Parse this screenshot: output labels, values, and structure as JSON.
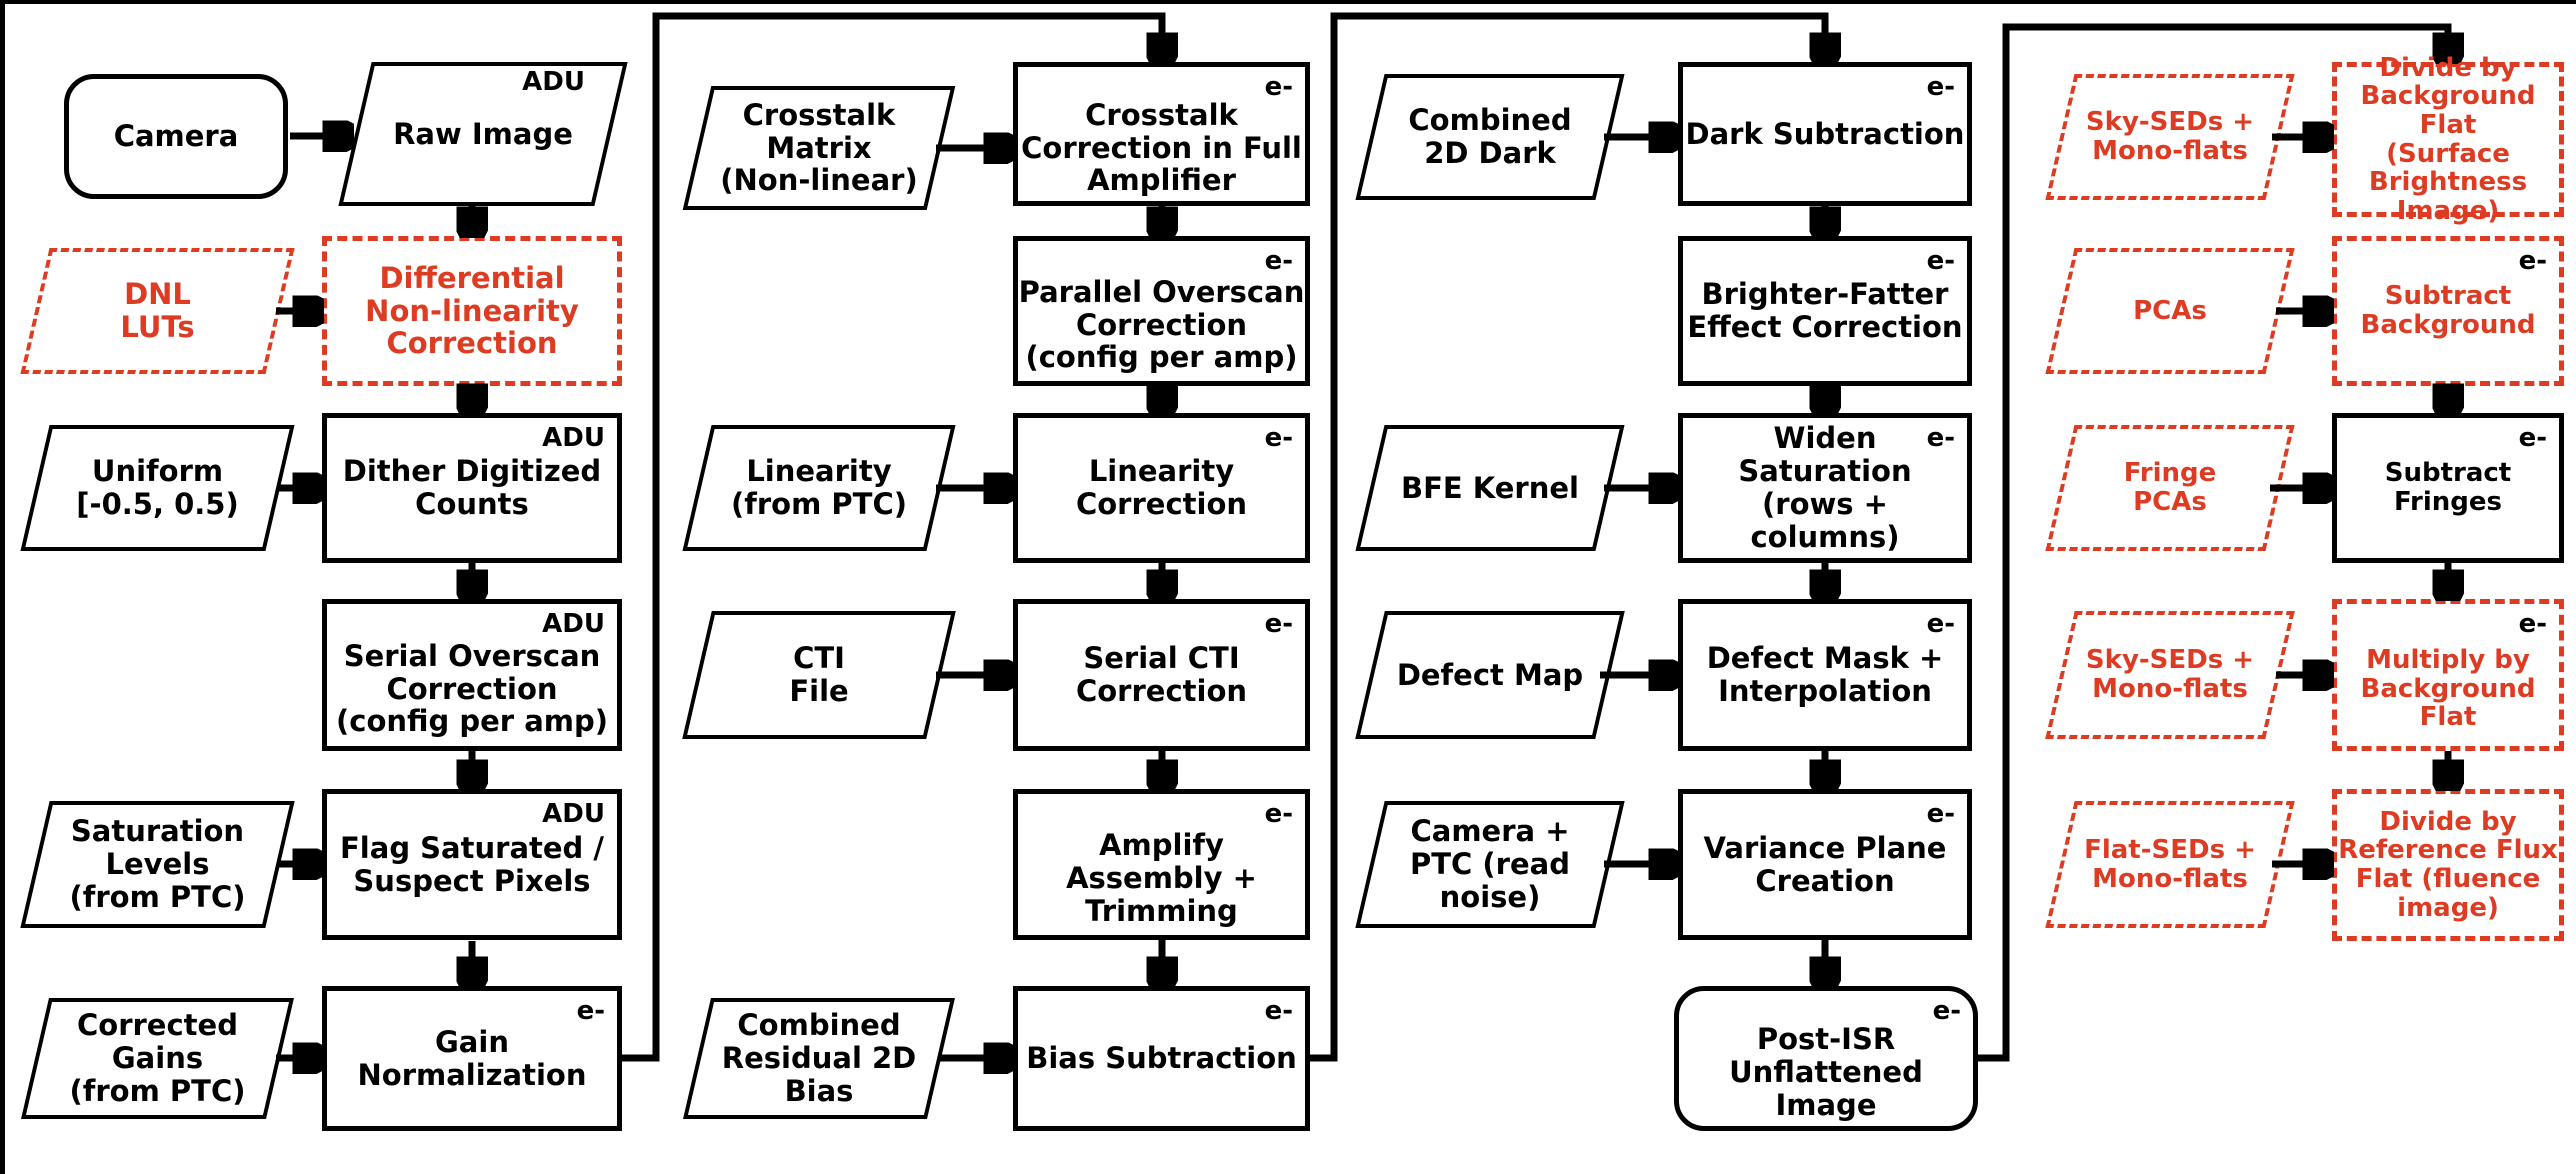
{
  "diagram": {
    "description": "Instrument signal removal (ISR) pipeline flowchart",
    "colors": {
      "accent_red": "#DE3B23",
      "line_black": "#000000"
    },
    "units": {
      "adu": "ADU",
      "electron": "e-"
    },
    "nodes": {
      "camera": {
        "label": "Camera",
        "shape": "rounded",
        "style": "solid-black"
      },
      "raw_image": {
        "label": "Raw Image",
        "shape": "parallelogram",
        "style": "solid-black",
        "unit": "ADU"
      },
      "dnl_luts": {
        "label": "DNL\nLUTs",
        "shape": "parallelogram",
        "style": "dashed-red"
      },
      "diff_nonlin": {
        "label": "Differential\nNon-linearity\nCorrection",
        "shape": "rect",
        "style": "dashed-red"
      },
      "uniform": {
        "label": "Uniform\n[-0.5, 0.5)",
        "shape": "parallelogram",
        "style": "solid-black"
      },
      "dither": {
        "label": "Dither Digitized\nCounts",
        "shape": "rect",
        "style": "solid-black",
        "unit": "ADU"
      },
      "serial_overscan": {
        "label": "Serial Overscan\nCorrection\n(config per amp)",
        "shape": "rect",
        "style": "solid-black",
        "unit": "ADU"
      },
      "saturation_levels": {
        "label": "Saturation\nLevels\n(from PTC)",
        "shape": "parallelogram",
        "style": "solid-black"
      },
      "flag_saturated": {
        "label": "Flag Saturated /\nSuspect Pixels",
        "shape": "rect",
        "style": "solid-black",
        "unit": "ADU"
      },
      "corrected_gains": {
        "label": "Corrected\nGains\n(from PTC)",
        "shape": "parallelogram",
        "style": "solid-black"
      },
      "gain_norm": {
        "label": "Gain\nNormalization",
        "shape": "rect",
        "style": "solid-black",
        "unit": "e-"
      },
      "crosstalk_matrix": {
        "label": "Crosstalk\nMatrix\n(Non-linear)",
        "shape": "parallelogram",
        "style": "solid-black"
      },
      "crosstalk_corr": {
        "label": "Crosstalk\nCorrection in Full\nAmplifier",
        "shape": "rect",
        "style": "solid-black",
        "unit": "e-"
      },
      "parallel_overscan": {
        "label": "Parallel Overscan\nCorrection\n(config per amp)",
        "shape": "rect",
        "style": "solid-black",
        "unit": "e-"
      },
      "linearity_input": {
        "label": "Linearity\n(from PTC)",
        "shape": "parallelogram",
        "style": "solid-black"
      },
      "linearity_corr": {
        "label": "Linearity\nCorrection",
        "shape": "rect",
        "style": "solid-black",
        "unit": "e-"
      },
      "cti_file": {
        "label": "CTI\nFile",
        "shape": "parallelogram",
        "style": "solid-black"
      },
      "serial_cti": {
        "label": "Serial CTI\nCorrection",
        "shape": "rect",
        "style": "solid-black",
        "unit": "e-"
      },
      "amplify_assembly": {
        "label": "Amplify\nAssembly +\nTrimming",
        "shape": "rect",
        "style": "solid-black",
        "unit": "e-"
      },
      "combined_residual": {
        "label": "Combined\nResidual 2D\nBias",
        "shape": "parallelogram",
        "style": "solid-black"
      },
      "bias_subtraction": {
        "label": "Bias Subtraction",
        "shape": "rect",
        "style": "solid-black",
        "unit": "e-"
      },
      "combined_dark": {
        "label": "Combined\n2D Dark",
        "shape": "parallelogram",
        "style": "solid-black"
      },
      "dark_subtraction": {
        "label": "Dark Subtraction",
        "shape": "rect",
        "style": "solid-black",
        "unit": "e-"
      },
      "bfe_kernel": {
        "label": "BFE Kernel",
        "shape": "parallelogram",
        "style": "solid-black"
      },
      "brighter_fatter": {
        "label": "Brighter-Fatter\nEffect Correction",
        "shape": "rect",
        "style": "solid-black",
        "unit": "e-"
      },
      "widen_saturation": {
        "label": "Widen Saturation\n(rows + columns)",
        "shape": "rect",
        "style": "solid-black",
        "unit": "e-"
      },
      "defect_map": {
        "label": "Defect Map",
        "shape": "parallelogram",
        "style": "solid-black"
      },
      "defect_mask": {
        "label": "Defect Mask +\nInterpolation",
        "shape": "rect",
        "style": "solid-black",
        "unit": "e-"
      },
      "camera_ptc": {
        "label": "Camera +\nPTC (read\nnoise)",
        "shape": "parallelogram",
        "style": "solid-black"
      },
      "variance_plane": {
        "label": "Variance Plane\nCreation",
        "shape": "rect",
        "style": "solid-black",
        "unit": "e-"
      },
      "post_isr": {
        "label": "Post-ISR\nUnflattened\nImage",
        "shape": "rounded",
        "style": "solid-black",
        "unit": "e-"
      },
      "sky_seds_1": {
        "label": "Sky-SEDs +\nMono-flats",
        "shape": "parallelogram",
        "style": "dashed-red"
      },
      "divide_bg_flat": {
        "label": "Divide by\nBackground Flat\n(Surface\nBrightness\nImage)",
        "shape": "rect",
        "style": "dashed-red"
      },
      "pcas": {
        "label": "PCAs",
        "shape": "parallelogram",
        "style": "dashed-red"
      },
      "subtract_bg": {
        "label": "Subtract\nBackground",
        "shape": "rect",
        "style": "dashed-red",
        "unit": "e-"
      },
      "fringe_pcas": {
        "label": "Fringe\nPCAs",
        "shape": "parallelogram",
        "style": "dashed-red"
      },
      "subtract_fringes": {
        "label": "Subtract\nFringes",
        "shape": "rect",
        "style": "solid-black",
        "unit": "e-"
      },
      "sky_seds_2": {
        "label": "Sky-SEDs +\nMono-flats",
        "shape": "parallelogram",
        "style": "dashed-red"
      },
      "multiply_bg_flat": {
        "label": "Multiply by\nBackground\nFlat",
        "shape": "rect",
        "style": "dashed-red",
        "unit": "e-"
      },
      "flat_seds": {
        "label": "Flat-SEDs +\nMono-flats",
        "shape": "parallelogram",
        "style": "dashed-red"
      },
      "divide_ref_flat": {
        "label": "Divide by\nReference Flux\nFlat (fluence\nimage)",
        "shape": "rect",
        "style": "dashed-red"
      }
    },
    "edges": [
      [
        "camera",
        "raw_image"
      ],
      [
        "raw_image",
        "diff_nonlin"
      ],
      [
        "dnl_luts",
        "diff_nonlin"
      ],
      [
        "diff_nonlin",
        "dither"
      ],
      [
        "uniform",
        "dither"
      ],
      [
        "dither",
        "serial_overscan"
      ],
      [
        "serial_overscan",
        "flag_saturated"
      ],
      [
        "saturation_levels",
        "flag_saturated"
      ],
      [
        "flag_saturated",
        "gain_norm"
      ],
      [
        "corrected_gains",
        "gain_norm"
      ],
      [
        "gain_norm",
        "crosstalk_corr"
      ],
      [
        "crosstalk_matrix",
        "crosstalk_corr"
      ],
      [
        "crosstalk_corr",
        "parallel_overscan"
      ],
      [
        "parallel_overscan",
        "linearity_corr"
      ],
      [
        "linearity_input",
        "linearity_corr"
      ],
      [
        "linearity_corr",
        "serial_cti"
      ],
      [
        "cti_file",
        "serial_cti"
      ],
      [
        "serial_cti",
        "amplify_assembly"
      ],
      [
        "amplify_assembly",
        "bias_subtraction"
      ],
      [
        "combined_residual",
        "bias_subtraction"
      ],
      [
        "bias_subtraction",
        "dark_subtraction"
      ],
      [
        "combined_dark",
        "dark_subtraction"
      ],
      [
        "dark_subtraction",
        "brighter_fatter"
      ],
      [
        "bfe_kernel",
        "brighter_fatter"
      ],
      [
        "brighter_fatter",
        "widen_saturation"
      ],
      [
        "widen_saturation",
        "defect_mask"
      ],
      [
        "defect_map",
        "defect_mask"
      ],
      [
        "defect_mask",
        "variance_plane"
      ],
      [
        "camera_ptc",
        "variance_plane"
      ],
      [
        "variance_plane",
        "post_isr"
      ],
      [
        "post_isr",
        "divide_bg_flat"
      ],
      [
        "sky_seds_1",
        "divide_bg_flat"
      ],
      [
        "pcas",
        "subtract_bg"
      ],
      [
        "subtract_bg",
        "subtract_fringes"
      ],
      [
        "fringe_pcas",
        "subtract_fringes"
      ],
      [
        "subtract_fringes",
        "multiply_bg_flat"
      ],
      [
        "sky_seds_2",
        "multiply_bg_flat"
      ],
      [
        "multiply_bg_flat",
        "divide_ref_flat"
      ],
      [
        "flat_seds",
        "divide_ref_flat"
      ]
    ]
  }
}
